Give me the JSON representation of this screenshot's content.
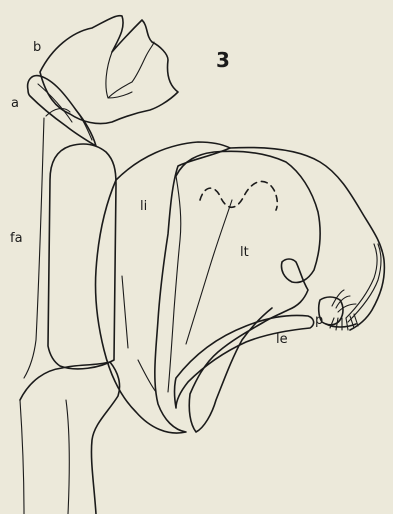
{
  "figure": {
    "number": "3",
    "labels": {
      "a": "a",
      "b": "b",
      "fa": "fa",
      "li": "li",
      "lt": "lt",
      "le": "le",
      "p": "p"
    }
  }
}
